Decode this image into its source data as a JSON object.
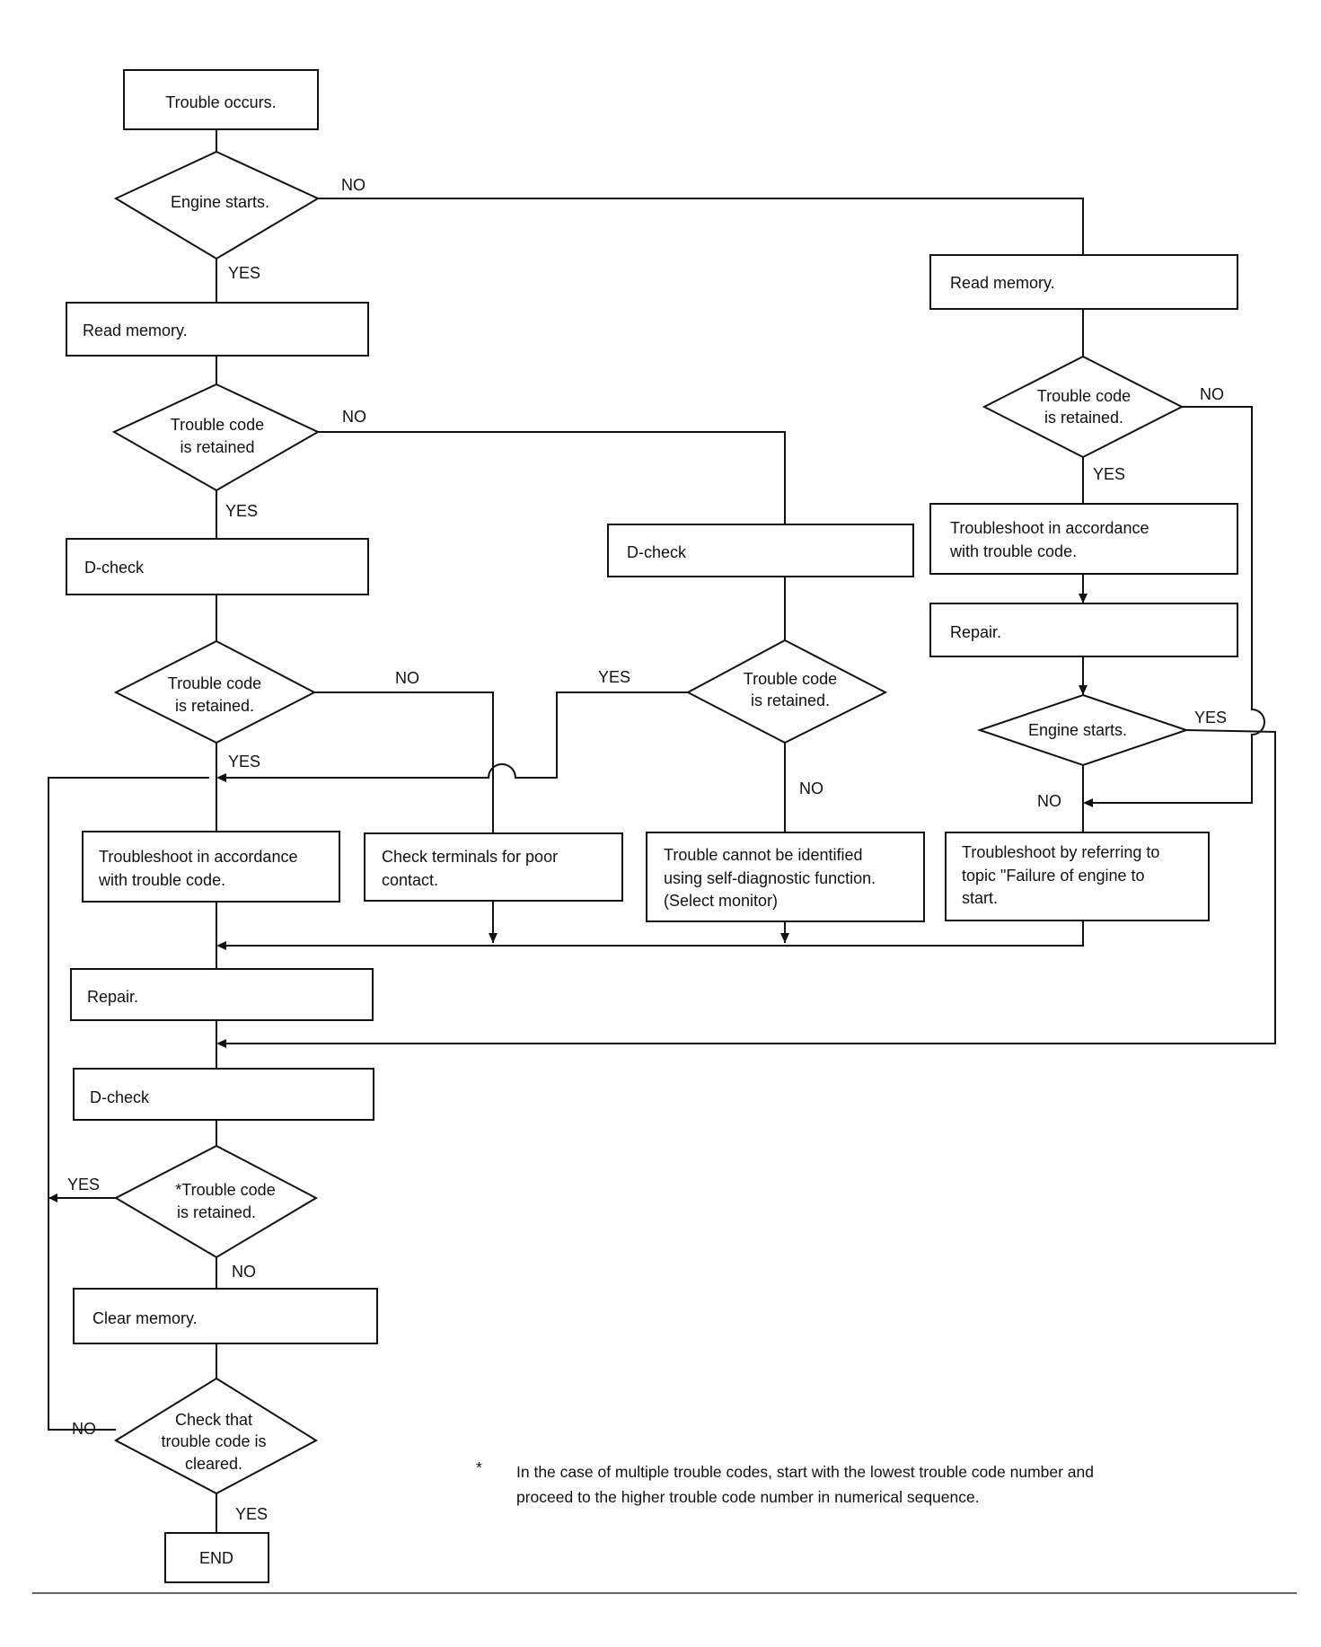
{
  "nodes": {
    "start": "Trouble occurs.",
    "d1": [
      "Engine starts."
    ],
    "read1": "Read memory.",
    "d2": [
      "Trouble code",
      "is retained"
    ],
    "dcheck1": "D-check",
    "d3": [
      "Trouble code",
      "is retained."
    ],
    "dcheck2": "D-check",
    "d4": [
      "Trouble code",
      "is retained."
    ],
    "read2": "Read memory.",
    "d5": [
      "Trouble code",
      "is retained."
    ],
    "ts_code2": [
      "Troubleshoot in accordance",
      "with trouble code."
    ],
    "repair2": "Repair.",
    "d6": [
      "Engine starts."
    ],
    "ts_code1": [
      "Troubleshoot in accordance",
      "with trouble code."
    ],
    "check_terms": [
      "Check terminals for poor",
      "contact."
    ],
    "cannot_id": [
      "Trouble cannot be identified",
      "using self-diagnostic function.",
      "(Select monitor)"
    ],
    "ts_fail": [
      "Troubleshoot by referring to",
      "topic \"Failure of engine to",
      "start."
    ],
    "repair1": "Repair.",
    "dcheck3": "D-check",
    "d7": [
      "*Trouble code",
      "is retained."
    ],
    "clear": "Clear memory.",
    "d8": [
      "Check that",
      "trouble code is",
      "cleared."
    ],
    "end": "END"
  },
  "labels": {
    "yes": "YES",
    "no": "NO"
  },
  "footnote": {
    "mark": "*",
    "lines": [
      "In the case of multiple trouble codes, start with the lowest trouble code number and",
      "proceed to the higher trouble code number in numerical sequence."
    ]
  }
}
